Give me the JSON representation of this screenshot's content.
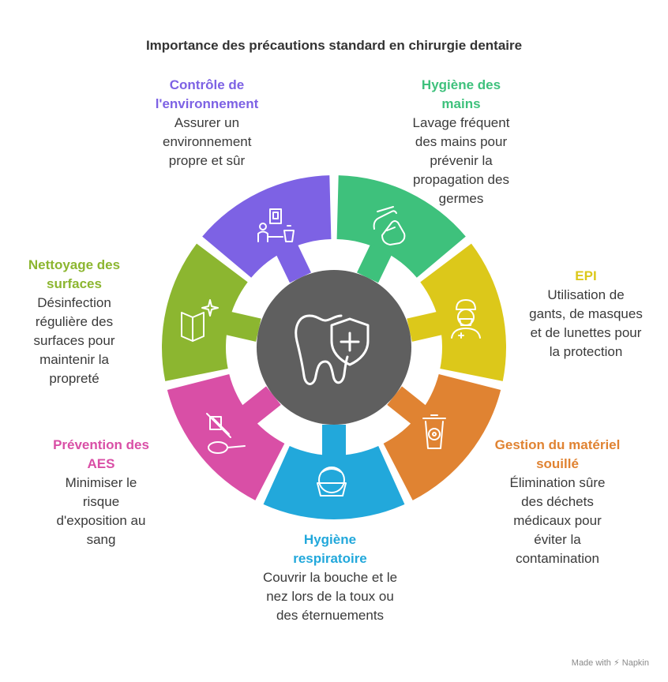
{
  "title": "Importance des précautions standard en chirurgie dentaire",
  "segments": [
    {
      "id": "hygiene-mains",
      "head": "Hygiène des mains",
      "body": "Lavage fréquent des mains pour prévenir la propagation des germes",
      "color": "#3ec17c",
      "icon": "washing-hands-icon"
    },
    {
      "id": "epi",
      "head": "EPI",
      "body": "Utilisation de gants, de masques et de lunettes pour la protection",
      "color": "#dcc81a",
      "icon": "masked-nurse-icon"
    },
    {
      "id": "gestion-materiel",
      "head": "Gestion du matériel souillé",
      "body": "Élimination sûre des déchets médicaux pour éviter la contamination",
      "color": "#e08332",
      "icon": "biohazard-bin-icon"
    },
    {
      "id": "hygiene-respiratoire",
      "head": "Hygiène respiratoire",
      "body": "Couvrir la bouche et le nez lors de la toux ou des éternuements",
      "color": "#22a8db",
      "icon": "face-mask-icon"
    },
    {
      "id": "prevention-aes",
      "head": "Prévention des AES",
      "body": "Minimiser le risque d'exposition au sang",
      "color": "#d94fa6",
      "icon": "blood-spoon-icon"
    },
    {
      "id": "nettoyage-surfaces",
      "head": "Nettoyage des surfaces",
      "body": "Désinfection régulière des surfaces pour maintenir la propreté",
      "color": "#8cb630",
      "icon": "clean-map-sparkle-icon"
    },
    {
      "id": "controle-environnement",
      "head": "Contrôle de l'environnement",
      "body": "Assurer un environnement propre et sûr",
      "color": "#7d62e4",
      "icon": "room-environment-icon"
    }
  ],
  "center_icon": "tooth-shield-icon",
  "center_color": "#5f5f5f",
  "footer": "Made with ⚡ Napkin"
}
